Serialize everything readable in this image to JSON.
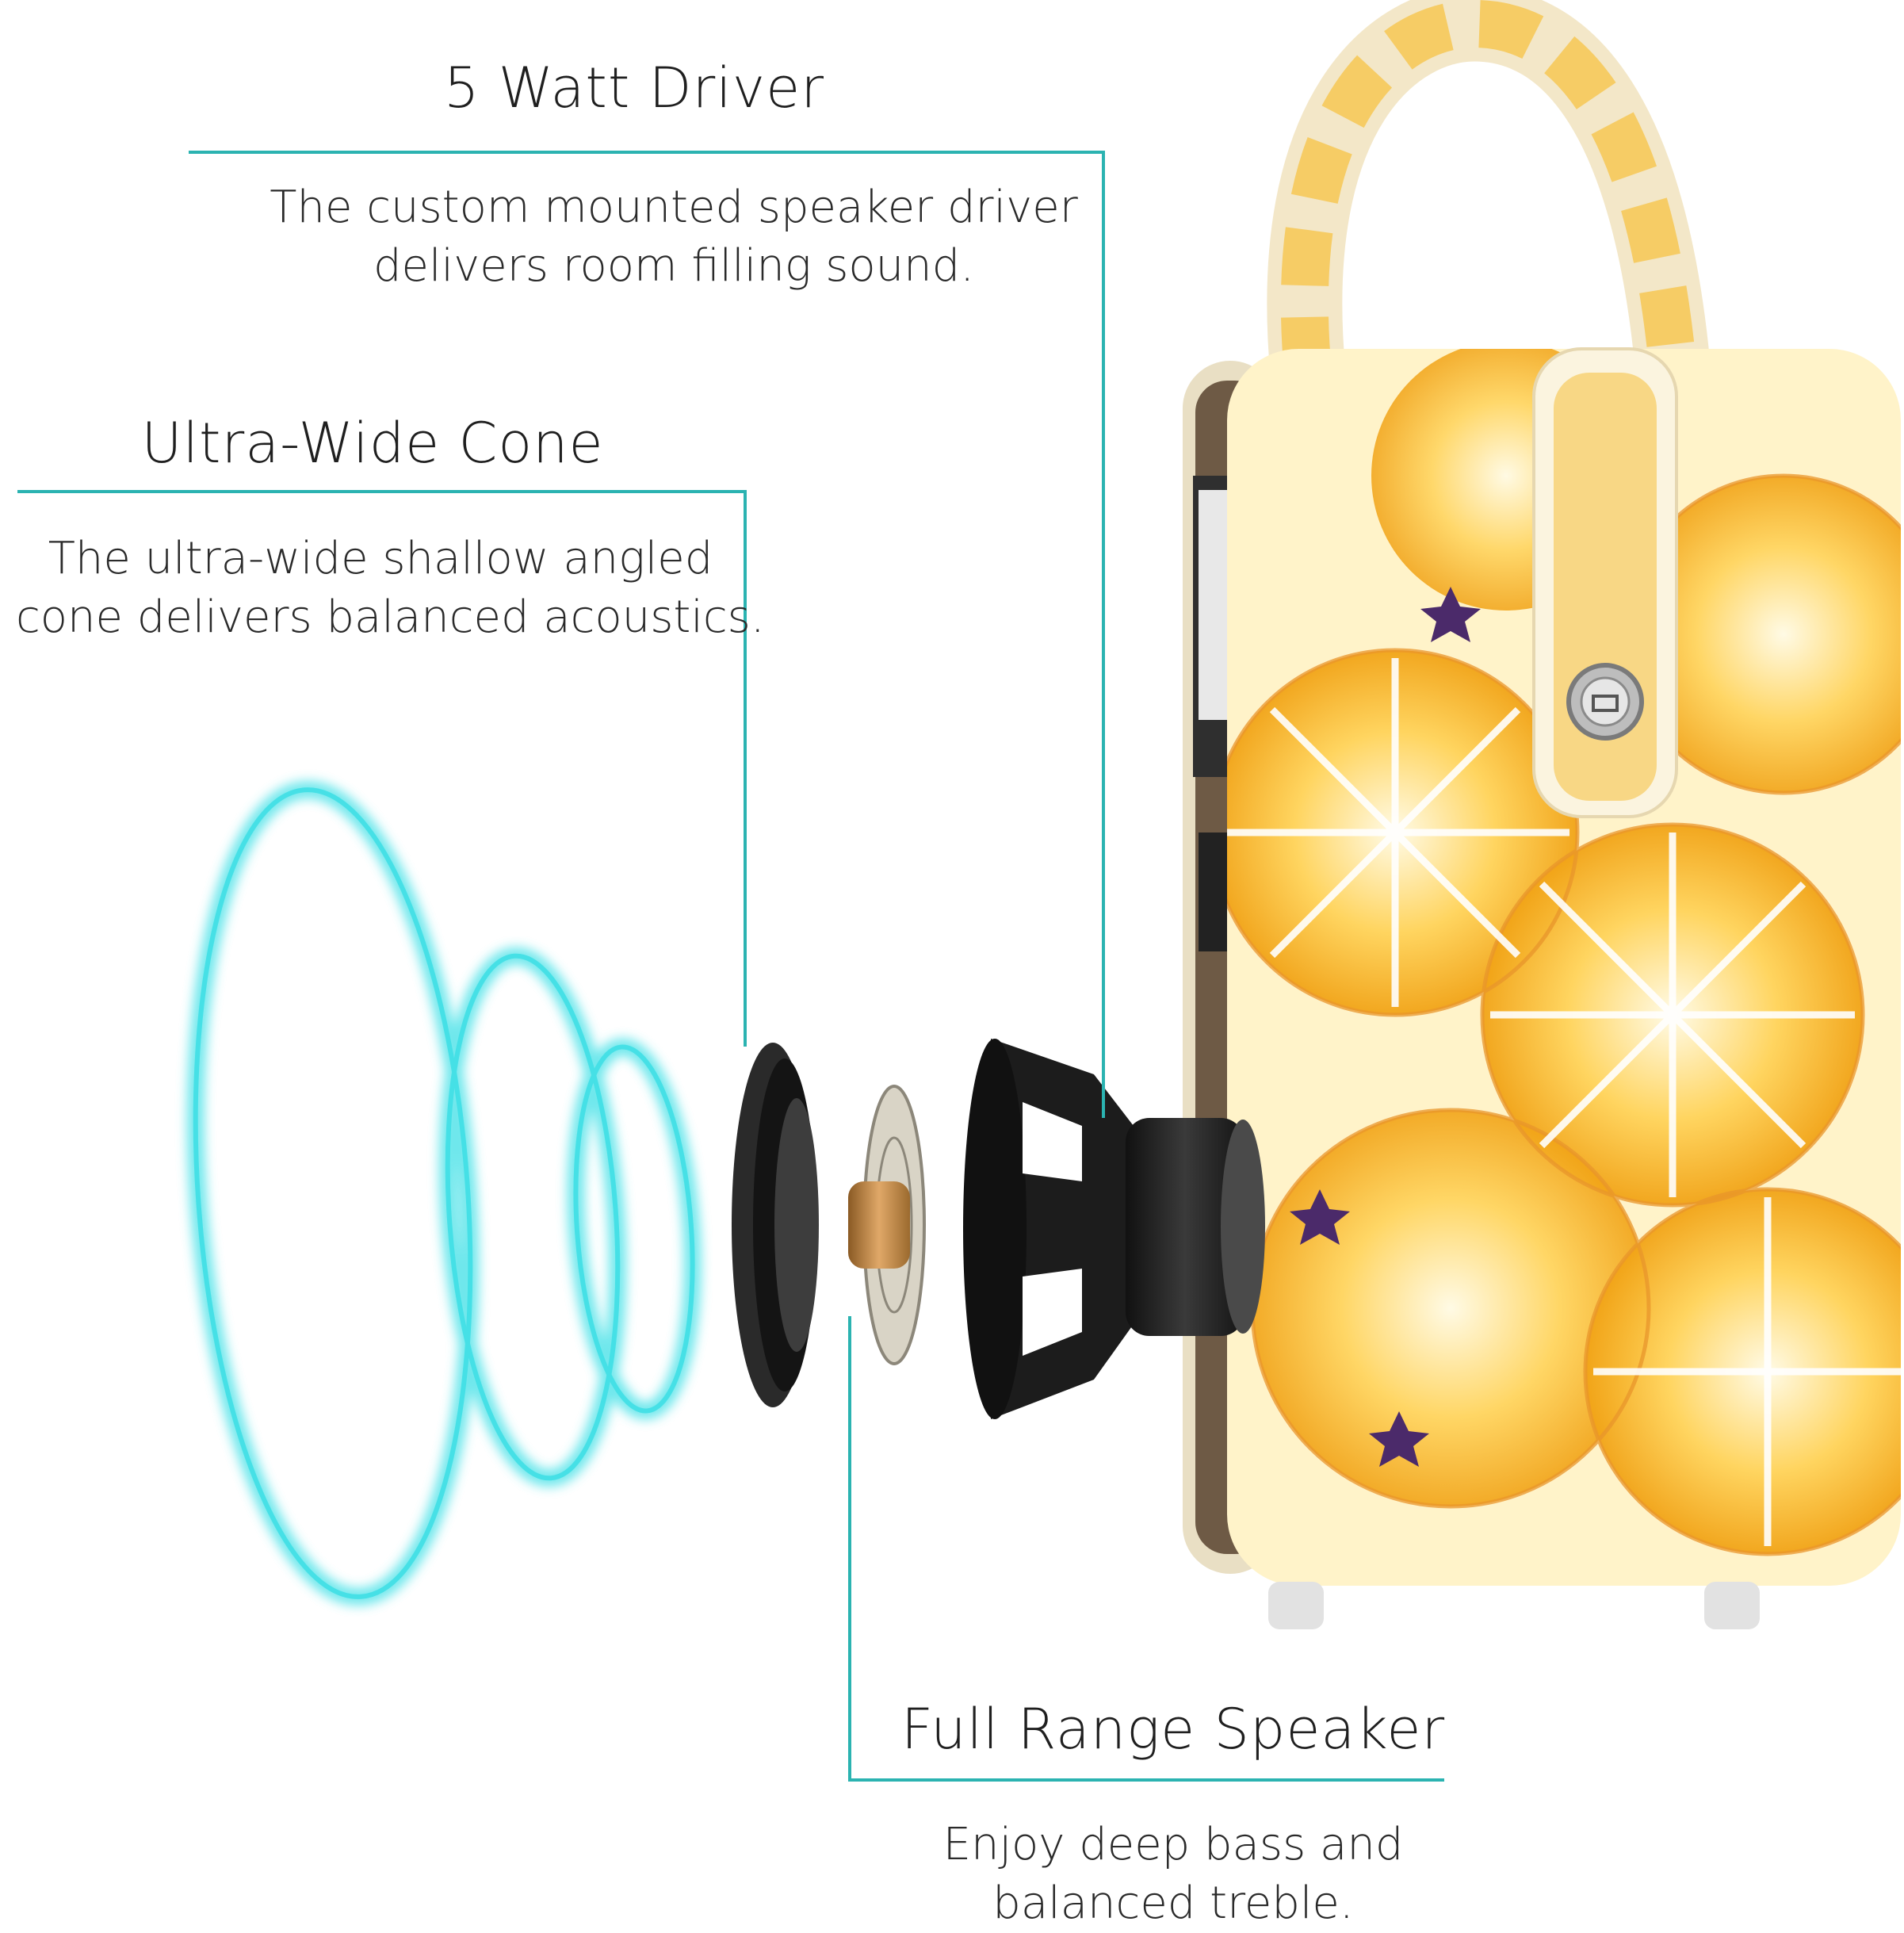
{
  "callouts": {
    "driver": {
      "title": "5 Watt Driver",
      "description_line1": "The custom mounted speaker driver",
      "description_line2": "delivers room filling sound."
    },
    "cone": {
      "title": "Ultra-Wide Cone",
      "description_line1": "The ultra-wide shallow angled",
      "description_line2": "cone delivers balanced acoustics."
    },
    "speaker": {
      "title": "Full Range Speaker",
      "description_line1": "Enjoy deep bass and",
      "description_line2": "balanced treble."
    }
  },
  "colors": {
    "leader_line": "#2bb3b1",
    "sound_wave": "#40e0e6",
    "speaker_body": "#fff3c9",
    "citrus": "#f7b520",
    "driver_dark": "#1c1c1c"
  },
  "icons": [
    "sound-wave-icon",
    "speaker-driver-icon",
    "lock-icon"
  ]
}
